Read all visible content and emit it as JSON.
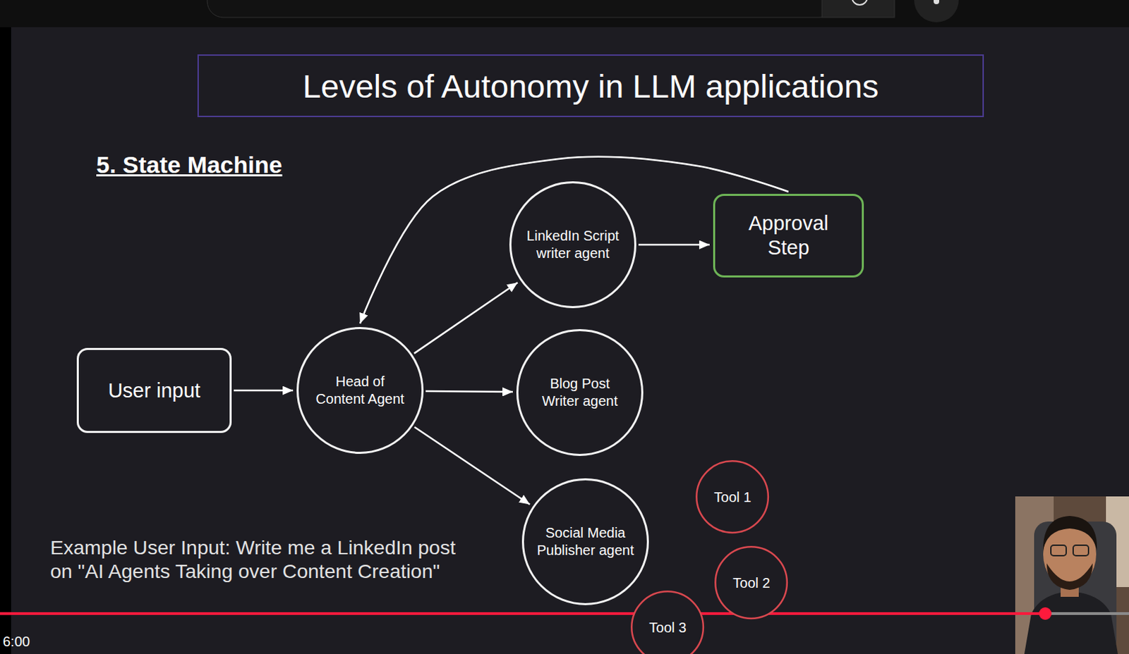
{
  "diagram": {
    "title": "Levels of Autonomy in LLM applications",
    "nodes": [
      {
        "text": [
          "User input"
        ]
      },
      {
        "text": [
          "Head of Content Agent"
        ]
      },
      {
        "text": [
          "LinkedIn Script writer agent"
        ]
      },
      {
        "text": [
          "Approval Step"
        ]
      },
      {
        "text": [
          "Blog Post Writer agent"
        ]
      },
      {
        "text": [
          "Social Media Publisher agent"
        ]
      },
      {
        "text": [
          "Tool 1"
        ]
      },
      {
        "text": [
          "Tool 2"
        ]
      },
      {
        "text": [
          "Tool 3"
        ]
      }
    ],
    "edges": [
      {
        "from": 0,
        "to": 1,
        "arrow": "to"
      },
      {
        "from": 1,
        "to": 2,
        "arrow": "to"
      },
      {
        "from": 1,
        "to": 4,
        "arrow": "to"
      },
      {
        "from": 1,
        "to": 5,
        "arrow": "to"
      },
      {
        "from": 2,
        "to": 3,
        "arrow": "to"
      },
      {
        "from": 3,
        "to": 1,
        "arrow": "to"
      }
    ],
    "labels": [
      "5. State Machine",
      "Example User Input: Write me a LinkedIn post on \"AI Agents Taking over Content Creation\"",
      "6:00"
    ]
  }
}
